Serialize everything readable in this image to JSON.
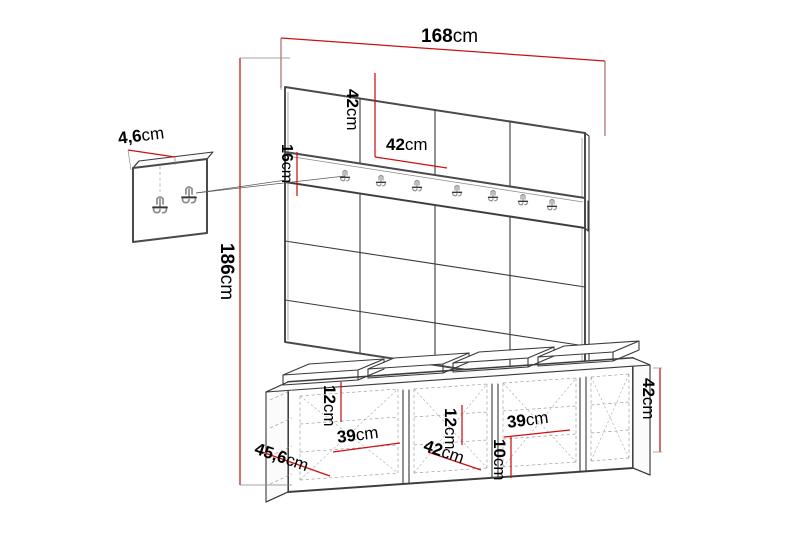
{
  "drawing": {
    "title": "Hallway furniture set technical dimension drawing",
    "type": "technical-line-drawing",
    "background_color": "#ffffff",
    "line_color": "#3a3a3a",
    "dimension_color": "#cc1111",
    "hidden_line_style": "dashed",
    "units": "cm",
    "decimal_separator": ","
  },
  "components": {
    "wall_panel": {
      "name": "Upholstered wall panel board",
      "grid_columns": 4,
      "grid_rows": 3,
      "panel_count": 12
    },
    "hook_rail": {
      "name": "Coat hook rail",
      "hook_count": 7,
      "hook_icon": "double-prong-coat-hook-icon"
    },
    "bench": {
      "name": "Shoe bench with open compartments",
      "seat_cushion_count": 4,
      "compartment_columns": 4
    },
    "detail_panel": {
      "name": "Zoomed detail callout of hook mounting",
      "hook_count": 2
    }
  },
  "dimensions": {
    "overall_width": {
      "number": "168",
      "unit": "cm",
      "label": "168cm"
    },
    "overall_height": {
      "number": "186",
      "unit": "cm",
      "label": "186cm"
    },
    "panel_height": {
      "number": "42",
      "unit": "cm",
      "label": "42cm"
    },
    "panel_width": {
      "number": "42",
      "unit": "cm",
      "label": "42cm"
    },
    "rail_height": {
      "number": "16",
      "unit": "cm",
      "label": "16cm"
    },
    "rail_depth": {
      "number": "4,6",
      "unit": "cm",
      "label": "4,6cm"
    },
    "bench_depth": {
      "number": "45,6",
      "unit": "cm",
      "label": "45,6cm"
    },
    "bench_height": {
      "number": "42",
      "unit": "cm",
      "label": "42cm"
    },
    "compartment_height_left": {
      "number": "12",
      "unit": "cm",
      "label": "12cm"
    },
    "compartment_width_left": {
      "number": "39",
      "unit": "cm",
      "label": "39cm"
    },
    "compartment_width_mid": {
      "number": "42",
      "unit": "cm",
      "label": "42cm"
    },
    "compartment_height_mid": {
      "number": "12",
      "unit": "cm",
      "label": "12cm"
    },
    "compartment_width_right": {
      "number": "39",
      "unit": "cm",
      "label": "39cm"
    },
    "compartment_height_right": {
      "number": "10",
      "unit": "cm",
      "label": "10cm"
    }
  }
}
